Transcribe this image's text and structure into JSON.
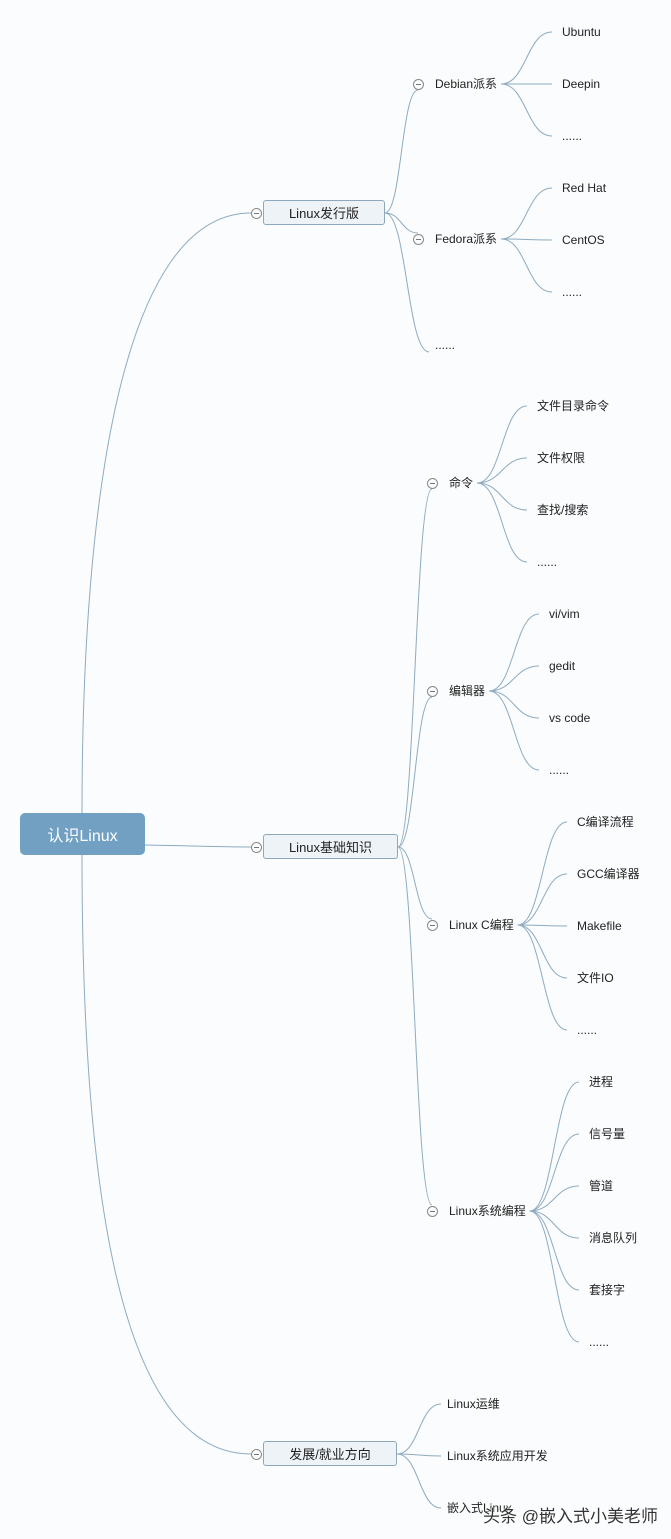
{
  "root": {
    "label": "认识Linux"
  },
  "branches": [
    {
      "label": "Linux发行版",
      "children": [
        {
          "label": "Debian派系",
          "collapsible": true,
          "children": [
            "Ubuntu",
            "Deepin",
            "......"
          ]
        },
        {
          "label": "Fedora派系",
          "collapsible": true,
          "children": [
            "Red Hat",
            "CentOS",
            "......"
          ]
        },
        {
          "label": "......",
          "collapsible": false,
          "children": []
        }
      ]
    },
    {
      "label": "Linux基础知识",
      "children": [
        {
          "label": "命令",
          "collapsible": true,
          "children": [
            "文件目录命令",
            "文件权限",
            "查找/搜索",
            "......"
          ]
        },
        {
          "label": "编辑器",
          "collapsible": true,
          "children": [
            "vi/vim",
            "gedit",
            "vs code",
            "......"
          ]
        },
        {
          "label": "Linux C编程",
          "collapsible": true,
          "children": [
            "C编译流程",
            "GCC编译器",
            "Makefile",
            "文件IO",
            "......"
          ]
        },
        {
          "label": "Linux系统编程",
          "collapsible": true,
          "children": [
            "进程",
            "信号量",
            "管道",
            "消息队列",
            "套接字",
            "......"
          ]
        }
      ]
    },
    {
      "label": "发展/就业方向",
      "children": [
        {
          "label": "Linux运维",
          "collapsible": false,
          "children": []
        },
        {
          "label": "Linux系统应用开发",
          "collapsible": false,
          "children": []
        },
        {
          "label": "嵌入式Linux",
          "collapsible": false,
          "children": []
        }
      ]
    }
  ],
  "watermark": "头条 @嵌入式小美老师",
  "colors": {
    "root": "#71a0c2",
    "line": "#8eabc0",
    "box": "#eef3f7"
  }
}
